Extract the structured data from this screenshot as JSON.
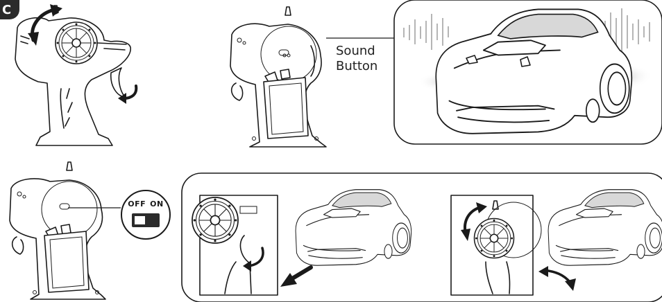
{
  "step": {
    "badge": "C"
  },
  "sound_callout": {
    "line1": "Sound",
    "line2": "Button"
  },
  "power_switch": {
    "off_label": "OFF",
    "on_label": "ON",
    "state": "off"
  },
  "colors": {
    "ink": "#1a1a1a",
    "fill_gray": "#d8d8d8",
    "switch_dark": "#2b2b2b"
  },
  "icons": [
    "steering-wheel-icon",
    "rotate-arrow-icon",
    "trigger-arrow-icon",
    "forward-arrow-icon",
    "turn-arrow-icon",
    "sound-wave-icon"
  ]
}
